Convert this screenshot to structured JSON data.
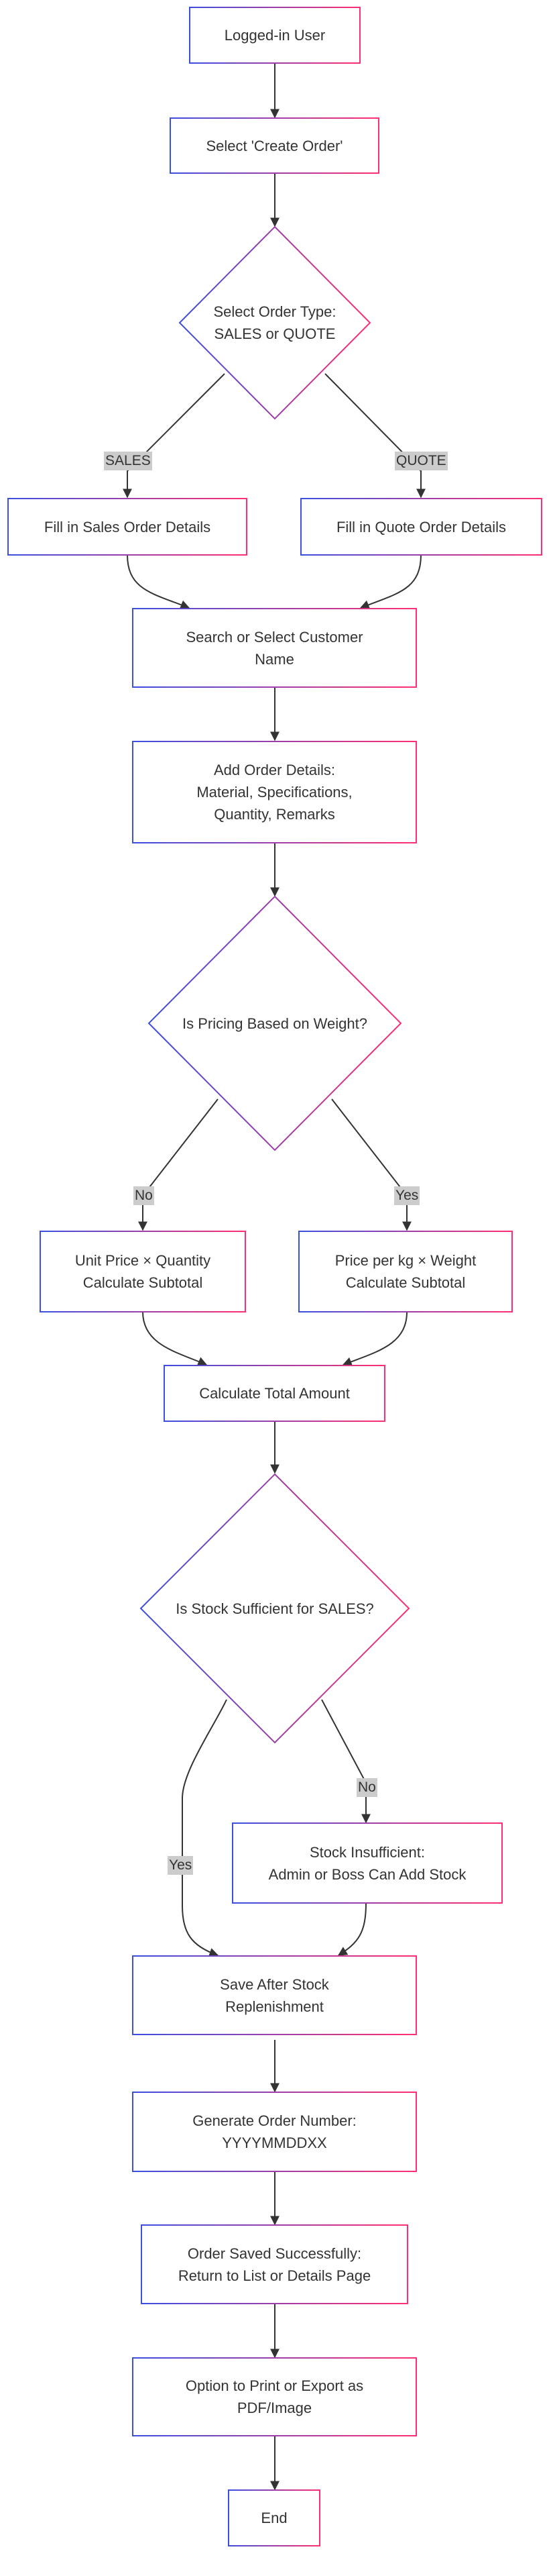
{
  "nodes": {
    "start": "Logged-in User",
    "create_order": "Select 'Create Order'",
    "order_type": "Select Order Type:\nSALES or QUOTE",
    "sales_details": "Fill in Sales Order Details",
    "quote_details": "Fill in Quote Order Details",
    "customer": "Search or Select Customer\nName",
    "order_details": "Add Order Details:\nMaterial, Specifications,\nQuantity, Remarks",
    "pricing_decision": "Is Pricing Based on Weight?",
    "unit_price": "Unit Price × Quantity\nCalculate Subtotal",
    "weight_price": "Price per kg × Weight\nCalculate Subtotal",
    "total": "Calculate Total Amount",
    "stock_decision": "Is Stock Sufficient for SALES?",
    "stock_insufficient": "Stock Insufficient:\nAdmin or Boss Can Add Stock",
    "save_after": "Save After Stock\nReplenishment",
    "order_number": "Generate Order Number:\nYYYYMMDDXX",
    "saved": "Order Saved Successfully:\nReturn to List or Details Page",
    "print_export": "Option to Print or Export as\nPDF/Image",
    "end": "End"
  },
  "edge_labels": {
    "sales": "SALES",
    "quote": "QUOTE",
    "no_weight": "No",
    "yes_weight": "Yes",
    "no_stock": "No",
    "yes_stock": "Yes"
  },
  "colors": {
    "gradient_start": "#3b4fe0",
    "gradient_end": "#ff2e72",
    "edge": "#333333",
    "edge_label_bg": "#cccccc"
  }
}
